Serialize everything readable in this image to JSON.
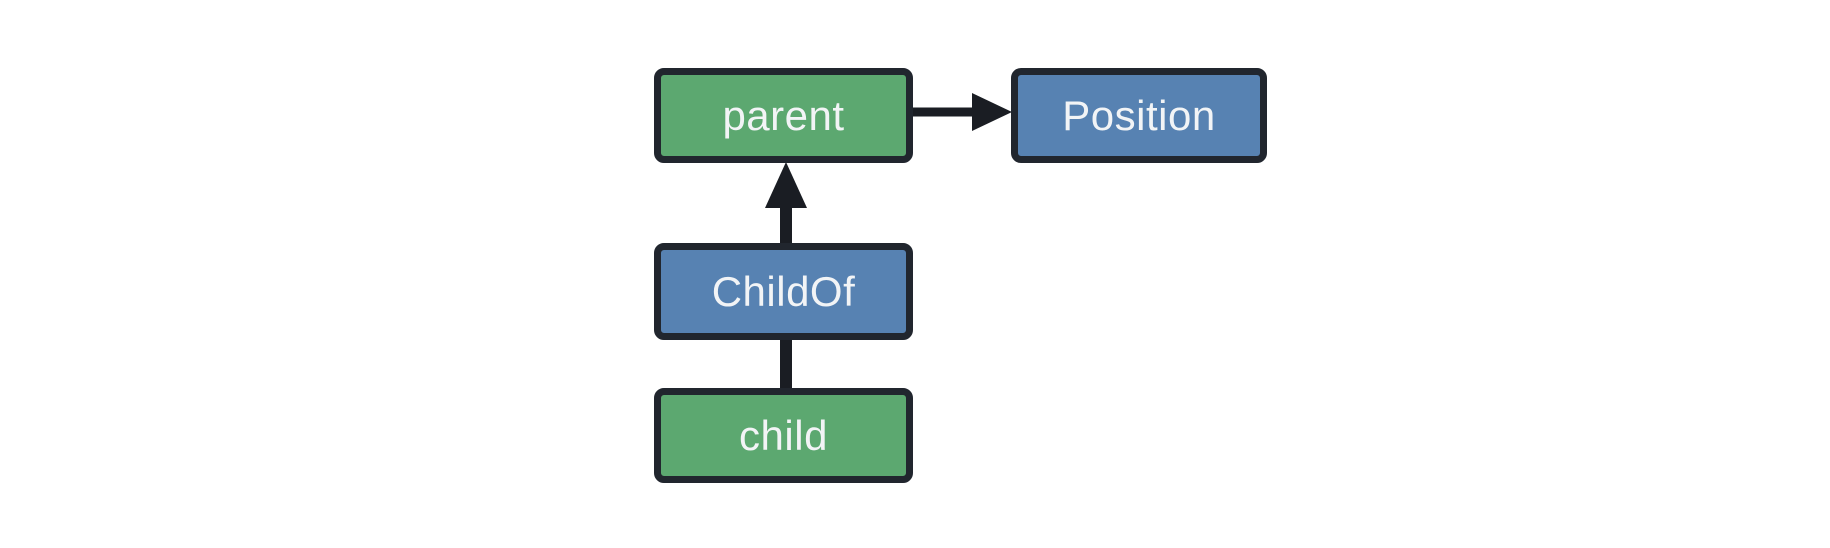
{
  "diagram": {
    "background": "#FFFFFF",
    "nodes": [
      {
        "id": "parent",
        "label": "parent",
        "fill": "#5CA870"
      },
      {
        "id": "Position",
        "label": "Position",
        "fill": "#5782B2"
      },
      {
        "id": "ChildOf",
        "label": "ChildOf",
        "fill": "#5782B2"
      },
      {
        "id": "child",
        "label": "child",
        "fill": "#5CA870"
      }
    ],
    "edges": [
      {
        "from": "parent",
        "to": "Position",
        "style": "arrow",
        "direction": "right"
      },
      {
        "from": "ChildOf",
        "to": "parent",
        "style": "arrow",
        "direction": "up"
      },
      {
        "from": "child",
        "to": "ChildOf",
        "style": "line",
        "direction": "up"
      }
    ]
  },
  "colors": {
    "background": "#FFFFFF",
    "node_green": "#5CA870",
    "node_blue": "#5782B2",
    "border": "#21262E",
    "arrow": "#1A1D23",
    "label_text": "#F2F4F6"
  }
}
